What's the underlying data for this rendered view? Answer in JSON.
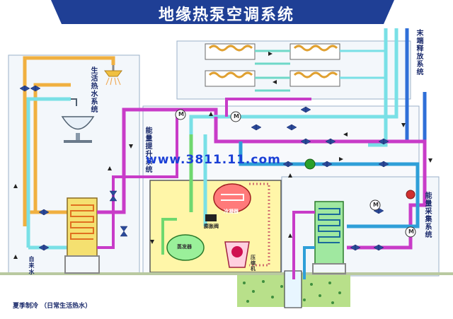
{
  "title": "地缘热泵空调系统",
  "labels": {
    "hot_water_system": "生活热水系统",
    "terminal_release_system": "末端释放系统",
    "energy_boost_system": "能量提升系统",
    "energy_collection_system": "能量采集系统",
    "tap_water": "自来水",
    "condenser": "冷凝器",
    "evaporator": "蒸发器",
    "compressor": "压缩机",
    "expansion_valve": "膨胀阀",
    "motor_label": "M",
    "mode_caption": "夏季制冷 （日常生活热水）",
    "watermark_url": "www.3811.11.com"
  },
  "colors": {
    "banner": "#1f3f95",
    "hot_pipe": "#c83cc8",
    "cold_pipe": "#2f9fd8",
    "green_pipe": "#6fd86f",
    "orange_pipe": "#f0b040",
    "cyan_pipe": "#79e0e6",
    "machine_room": "#fff6a8",
    "ground": "#8cc64a"
  }
}
